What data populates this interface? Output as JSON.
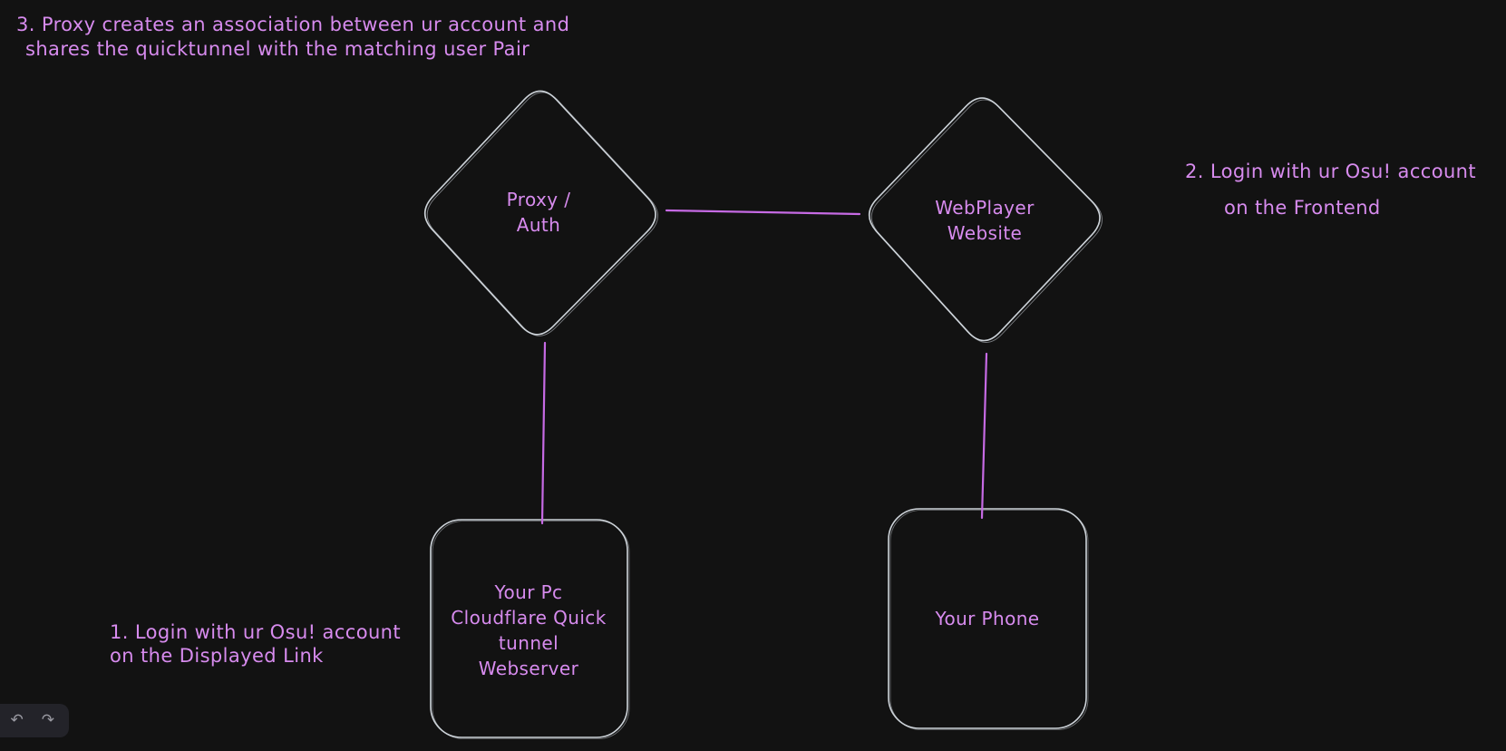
{
  "canvas": {
    "background": "#121212",
    "shape_stroke": "#ced4da",
    "connector_color": "#c66ae4",
    "label_color": "#d78bee"
  },
  "shapes": {
    "proxy_auth": {
      "type": "diamond",
      "lines": [
        "Proxy /",
        "Auth"
      ]
    },
    "webplayer": {
      "type": "diamond",
      "lines": [
        "WebPlayer",
        "Website"
      ]
    },
    "your_pc": {
      "type": "rectangle",
      "lines": [
        "Your Pc",
        "Cloudflare Quick",
        "tunnel",
        "Webserver"
      ]
    },
    "your_phone": {
      "type": "rectangle",
      "lines": [
        "Your Phone"
      ]
    }
  },
  "connectors": [
    {
      "from": "proxy_auth",
      "to": "webplayer"
    },
    {
      "from": "proxy_auth",
      "to": "your_pc"
    },
    {
      "from": "webplayer",
      "to": "your_phone"
    }
  ],
  "notes": {
    "step3": {
      "lines": [
        "3. Proxy creates an association between ur account and",
        "shares the quicktunnel with the matching user Pair"
      ]
    },
    "step2": {
      "lines": [
        "2. Login with ur Osu! account",
        "on the Frontend"
      ]
    },
    "step1": {
      "lines": [
        "1. Login with ur Osu! account",
        "on the Displayed Link"
      ]
    }
  },
  "toolbar": {
    "undo": "↶",
    "redo": "↷"
  }
}
